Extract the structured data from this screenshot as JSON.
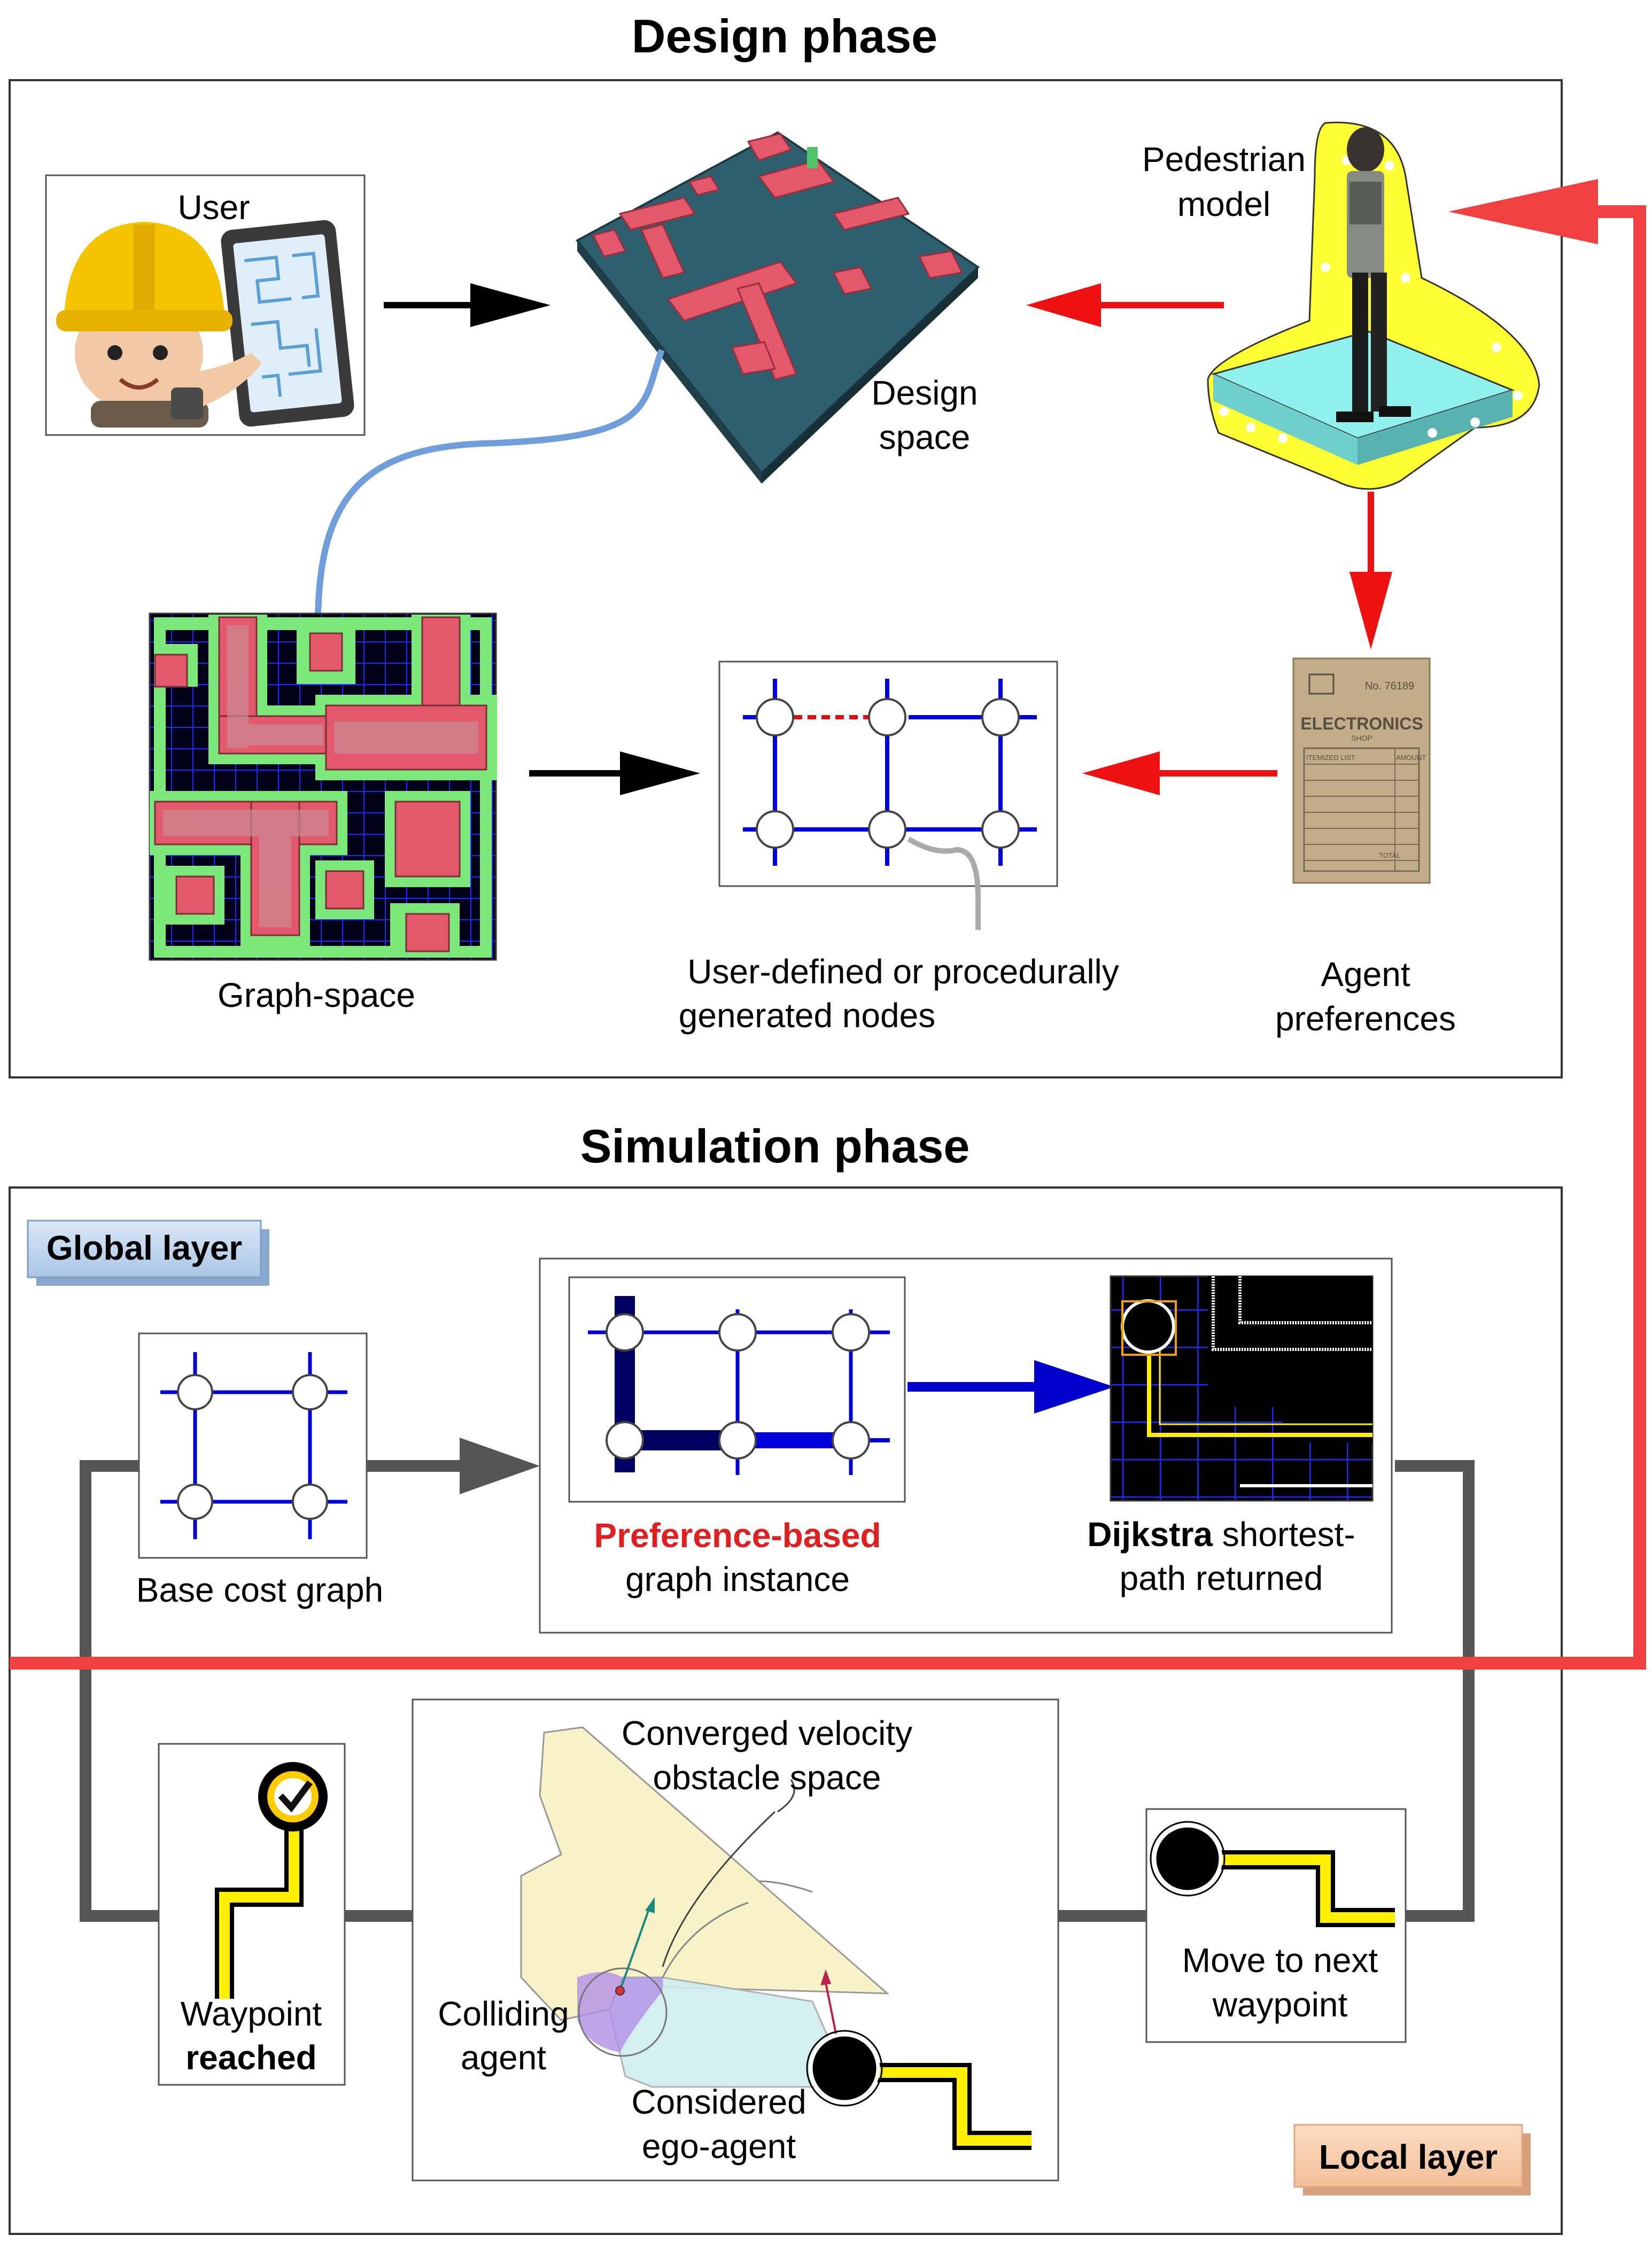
{
  "design_phase": {
    "title": "Design phase",
    "user_label": "User",
    "design_space_label": [
      "Design",
      "space"
    ],
    "pedestrian_model_label": [
      "Pedestrian",
      "model"
    ],
    "graph_space_label": "Graph-space",
    "nodes_label": [
      "User-defined or procedurally",
      "generated nodes"
    ],
    "agent_preferences_label": [
      "Agent",
      "preferences"
    ],
    "receipt": {
      "shop_line1": "ELECTRONICS",
      "shop_line2": "SHOP",
      "number": "No. 76189",
      "col1": "ITEMIZED LIST",
      "col2": "AMOUNT",
      "total": "TOTAL"
    }
  },
  "simulation_phase": {
    "title": "Simulation phase",
    "global_layer_tag": "Global layer",
    "local_layer_tag": "Local layer",
    "base_cost_graph_label": "Base cost graph",
    "graph_instance_label_red": "Preference-based",
    "graph_instance_label_rest": "graph instance",
    "dijkstra_bold": "Dijkstra",
    "dijkstra_rest_line1": " shortest-",
    "dijkstra_line2": "path returned",
    "waypoint_label_line1": "Waypoint",
    "waypoint_label_line2": "reached",
    "velocity_label": [
      "Converged velocity",
      "obstacle space"
    ],
    "colliding_label": [
      "Colliding",
      "agent"
    ],
    "ego_label": [
      "Considered",
      "ego-agent"
    ],
    "move_label": [
      "Move to next",
      "waypoint"
    ]
  },
  "colors": {
    "feedback_red": "#f04040",
    "arrow_red": "#ee1111",
    "graph_blue": "#0000dd",
    "link_blue": "#6f9edb",
    "loop_gray": "#555555",
    "tag_blue": "#c7dbf0",
    "tag_orange": "#f7d0b0",
    "path_yellow": "#ffee00"
  }
}
